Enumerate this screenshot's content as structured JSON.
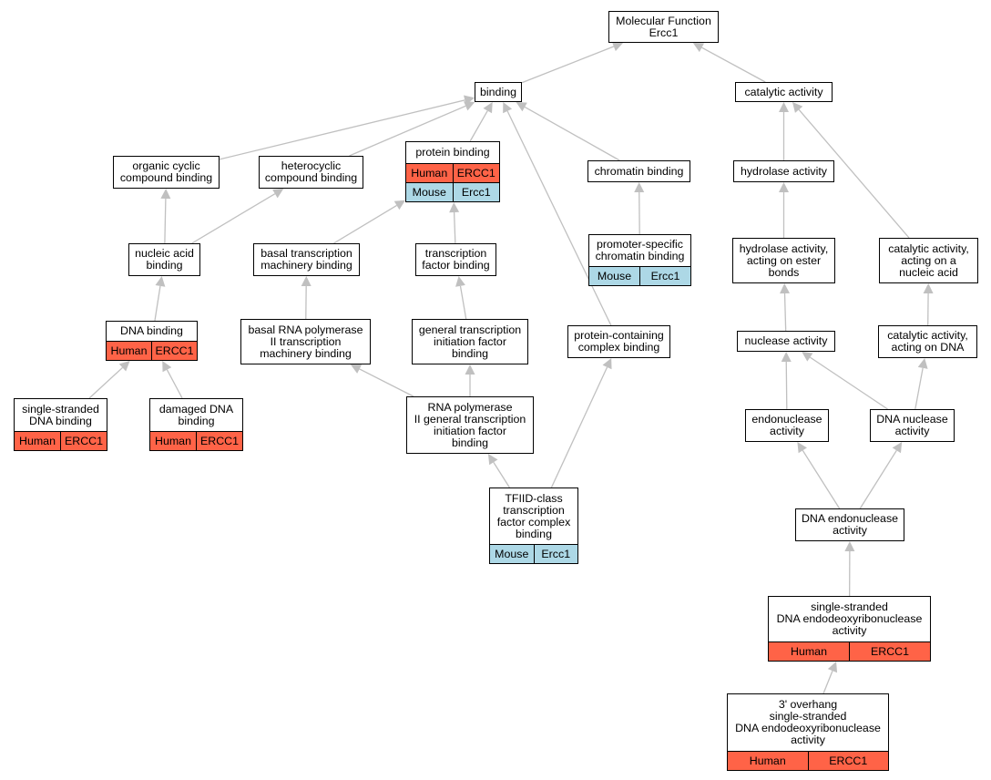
{
  "colors": {
    "human": "#ff6347",
    "mouse": "#add8e6",
    "edge": "#c0c0c0"
  },
  "nodes": {
    "mf": {
      "label": "Molecular Function\nErcc1"
    },
    "binding": {
      "label": "binding"
    },
    "catalytic": {
      "label": "catalytic activity"
    },
    "organic": {
      "label": "organic cyclic\ncompound binding"
    },
    "hetero": {
      "label": "heterocyclic\ncompound binding"
    },
    "protein": {
      "label": "protein binding",
      "rows": [
        [
          "Human",
          "ERCC1"
        ],
        [
          "Mouse",
          "Ercc1"
        ]
      ]
    },
    "chromatin": {
      "label": "chromatin binding"
    },
    "hydrolase": {
      "label": "hydrolase activity"
    },
    "nucleic": {
      "label": "nucleic acid\nbinding"
    },
    "basaltm": {
      "label": "basal transcription\nmachinery binding"
    },
    "tfbind": {
      "label": "transcription\nfactor binding"
    },
    "promoter": {
      "label": "promoter-specific\nchromatin binding",
      "rows": [
        [
          "Mouse",
          "Ercc1"
        ]
      ]
    },
    "hydester": {
      "label": "hydrolase activity,\nacting on ester\nbonds"
    },
    "catnuc": {
      "label": "catalytic activity,\nacting on a\nnucleic acid"
    },
    "dnabind": {
      "label": "DNA binding",
      "rows": [
        [
          "Human",
          "ERCC1"
        ]
      ]
    },
    "basalrna": {
      "label": "basal RNA polymerase\nII transcription\nmachinery binding"
    },
    "gentif": {
      "label": "general transcription\ninitiation factor\nbinding"
    },
    "protcomp": {
      "label": "protein-containing\ncomplex binding"
    },
    "nuclease": {
      "label": "nuclease activity"
    },
    "catdna": {
      "label": "catalytic activity,\nacting on DNA"
    },
    "ssdna": {
      "label": "single-stranded\nDNA binding",
      "rows": [
        [
          "Human",
          "ERCC1"
        ]
      ]
    },
    "damaged": {
      "label": "damaged DNA\nbinding",
      "rows": [
        [
          "Human",
          "ERCC1"
        ]
      ]
    },
    "rnapol": {
      "label": "RNA polymerase\nII general transcription\ninitiation factor\nbinding"
    },
    "endo": {
      "label": "endonuclease\nactivity"
    },
    "dnanuc": {
      "label": "DNA nuclease\nactivity"
    },
    "tfiid": {
      "label": "TFIID-class\ntranscription\nfactor complex\nbinding",
      "rows": [
        [
          "Mouse",
          "Ercc1"
        ]
      ]
    },
    "dnaendo": {
      "label": "DNA endonuclease\nactivity"
    },
    "ssendo": {
      "label": "single-stranded\nDNA endodeoxyribonuclease\nactivity",
      "rows": [
        [
          "Human",
          "ERCC1"
        ]
      ]
    },
    "overhang": {
      "label": "3' overhang\nsingle-stranded\nDNA endodeoxyribonuclease\nactivity",
      "rows": [
        [
          "Human",
          "ERCC1"
        ]
      ]
    }
  },
  "edges": [
    [
      "binding",
      "mf"
    ],
    [
      "catalytic",
      "mf"
    ],
    [
      "organic",
      "binding"
    ],
    [
      "hetero",
      "binding"
    ],
    [
      "protein",
      "binding"
    ],
    [
      "chromatin",
      "binding"
    ],
    [
      "protcomp",
      "binding"
    ],
    [
      "hydrolase",
      "catalytic"
    ],
    [
      "catnuc",
      "catalytic"
    ],
    [
      "nucleic",
      "organic"
    ],
    [
      "nucleic",
      "hetero"
    ],
    [
      "basaltm",
      "protein"
    ],
    [
      "tfbind",
      "protein"
    ],
    [
      "promoter",
      "chromatin"
    ],
    [
      "hydester",
      "hydrolase"
    ],
    [
      "dnabind",
      "nucleic"
    ],
    [
      "basalrna",
      "basaltm"
    ],
    [
      "gentif",
      "tfbind"
    ],
    [
      "nuclease",
      "hydester"
    ],
    [
      "catdna",
      "catnuc"
    ],
    [
      "ssdna",
      "dnabind"
    ],
    [
      "damaged",
      "dnabind"
    ],
    [
      "rnapol",
      "basalrna"
    ],
    [
      "rnapol",
      "gentif"
    ],
    [
      "endo",
      "nuclease"
    ],
    [
      "dnanuc",
      "nuclease"
    ],
    [
      "dnanuc",
      "catdna"
    ],
    [
      "tfiid",
      "rnapol"
    ],
    [
      "tfiid",
      "protcomp"
    ],
    [
      "dnaendo",
      "endo"
    ],
    [
      "dnaendo",
      "dnanuc"
    ],
    [
      "ssendo",
      "dnaendo"
    ],
    [
      "overhang",
      "ssendo"
    ]
  ]
}
